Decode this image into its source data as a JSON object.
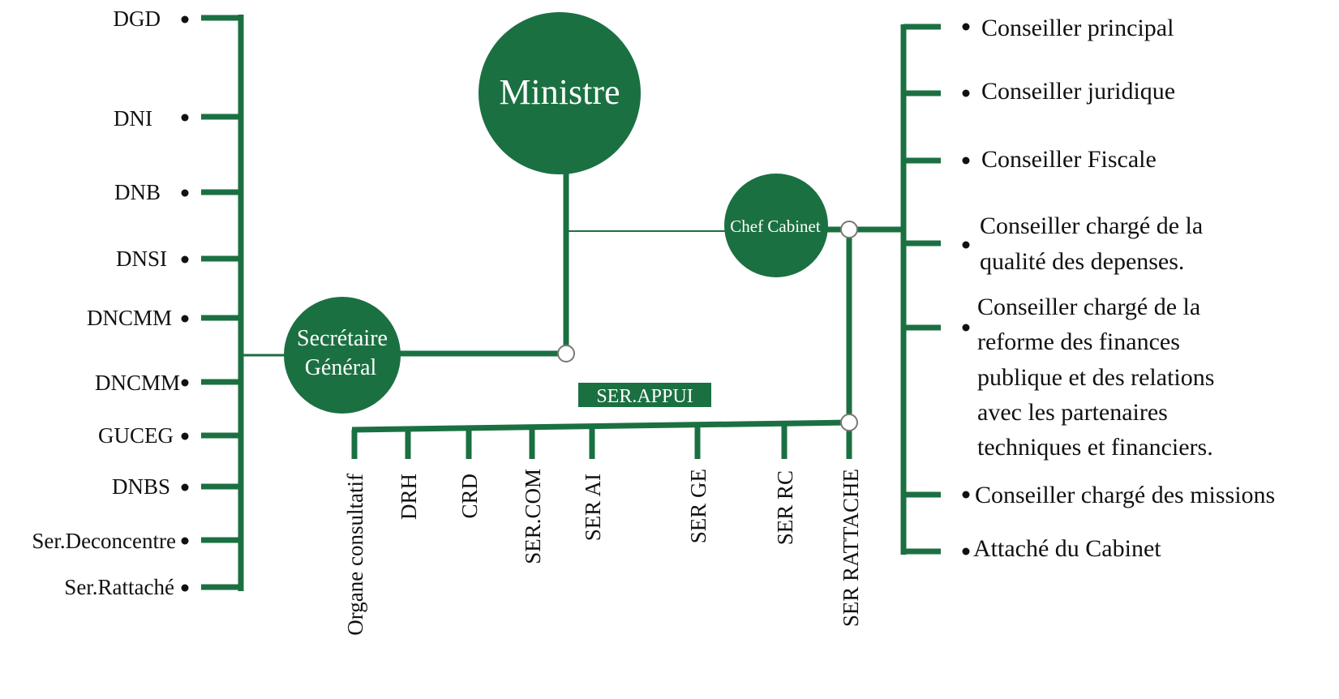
{
  "colors": {
    "green": "#1b7041",
    "text": "#111111",
    "background": "#ffffff"
  },
  "center": {
    "minister": "Ministre",
    "secretary_line1": "Secrétaire",
    "secretary_line2": "Général",
    "chief_cabinet": "Chef Cabinet",
    "support_label": "SER.APPUI"
  },
  "left": {
    "items": [
      "DGD",
      "DNI",
      "DNB",
      "DNSI",
      "DNCMM",
      "DNCMM",
      "GUCEG",
      "DNBS",
      "Ser.Deconcentre",
      "Ser.Rattaché"
    ]
  },
  "bottom": {
    "items": [
      "Organe consultatif",
      "DRH",
      "CRD",
      "SER.COM",
      "SER AI",
      "SER GE",
      "SER RC",
      "SER RATTACHE"
    ]
  },
  "right": {
    "items": [
      {
        "lines": [
          "Conseiller principal"
        ]
      },
      {
        "lines": [
          "Conseiller juridique"
        ]
      },
      {
        "lines": [
          "Conseiller Fiscale"
        ]
      },
      {
        "lines": [
          "Conseiller chargé de la",
          "qualité des depenses."
        ]
      },
      {
        "lines": [
          "Conseiller chargé de la",
          "reforme des finances",
          "publique et des relations",
          "avec les partenaires",
          "techniques et financiers."
        ]
      },
      {
        "lines": [
          "Conseiller chargé des missions"
        ]
      },
      {
        "lines": [
          "Attaché du Cabinet"
        ]
      }
    ]
  }
}
